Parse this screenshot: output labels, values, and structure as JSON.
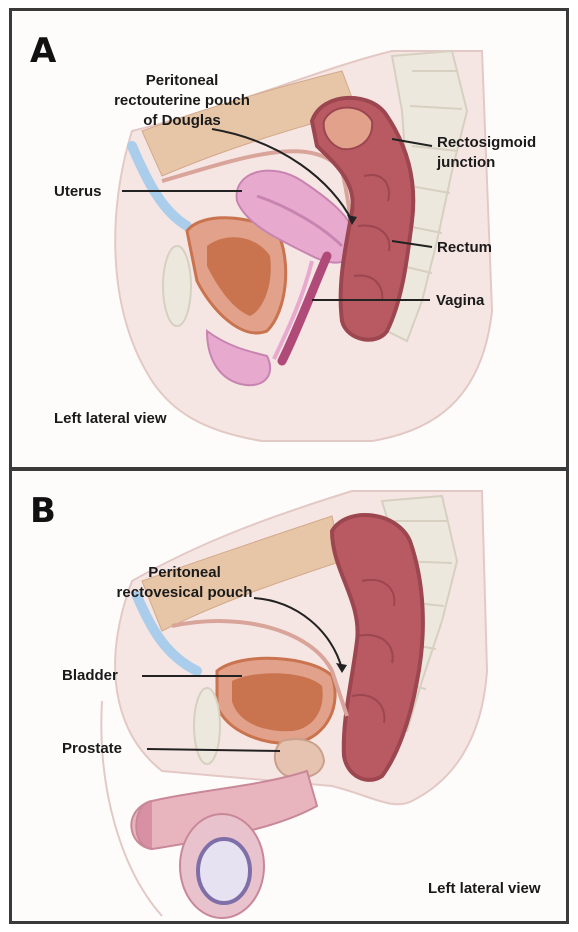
{
  "panel_a": {
    "letter": "A",
    "labels": {
      "pouch_line1": "Peritoneal",
      "pouch_line2": "rectouterine pouch",
      "pouch_line3": "of Douglas",
      "uterus": "Uterus",
      "rectosigmoid_line1": "Rectosigmoid",
      "rectosigmoid_line2": "junction",
      "rectum": "Rectum",
      "vagina": "Vagina",
      "view": "Left lateral view"
    }
  },
  "panel_b": {
    "letter": "B",
    "labels": {
      "pouch_line1": "Peritoneal",
      "pouch_line2": "rectovesical pouch",
      "bladder": "Bladder",
      "prostate": "Prostate",
      "view": "Left lateral view"
    }
  },
  "colors": {
    "rectum": "#b95a63",
    "rectum_dark": "#9c4650",
    "uterus": "#e8a9cf",
    "bladder": "#c9734f",
    "peritoneum": "#d9a49a",
    "bone": "#ece8de",
    "skin": "#f6e6e3",
    "ureter": "#a9cdea"
  }
}
